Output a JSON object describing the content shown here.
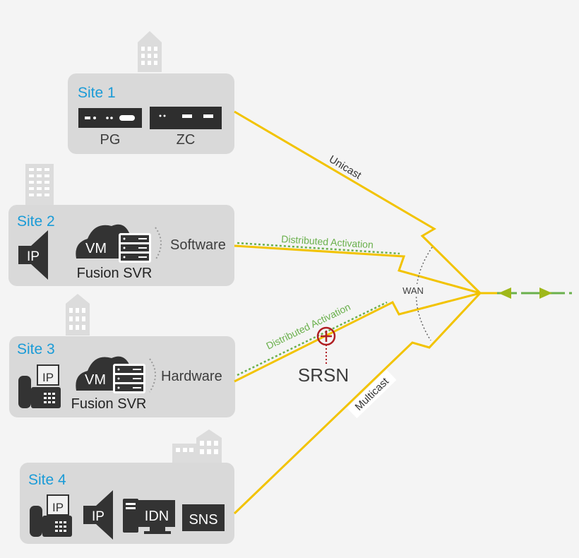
{
  "sites": [
    {
      "title": "Site 1",
      "devices": [
        "PG",
        "ZC"
      ]
    },
    {
      "title": "Site 2",
      "ip": "IP",
      "vm": "VM",
      "fusion": "Fusion SVR",
      "mode": "Software"
    },
    {
      "title": "Site 3",
      "ip": "IP",
      "vm": "VM",
      "fusion": "Fusion SVR",
      "mode": "Hardware"
    },
    {
      "title": "Site 4",
      "phone_ip": "IP",
      "speaker_ip": "IP",
      "idn": "IDN",
      "sns": "SNS"
    }
  ],
  "links": {
    "unicast": "Unicast",
    "multicast": "Multicast",
    "wan": "WAN",
    "distributed_top": "Distributed Activation",
    "distributed_bottom": "Distributed Activation",
    "srsn": "SRSN"
  },
  "colors": {
    "box": "#d9d9d9",
    "site_title": "#1a9bd7",
    "link": "#f2c300",
    "distributed": "#6ab04c",
    "srsn": "#b01e23",
    "text": "#3d3d3d",
    "arrow": "#9fb81a"
  }
}
